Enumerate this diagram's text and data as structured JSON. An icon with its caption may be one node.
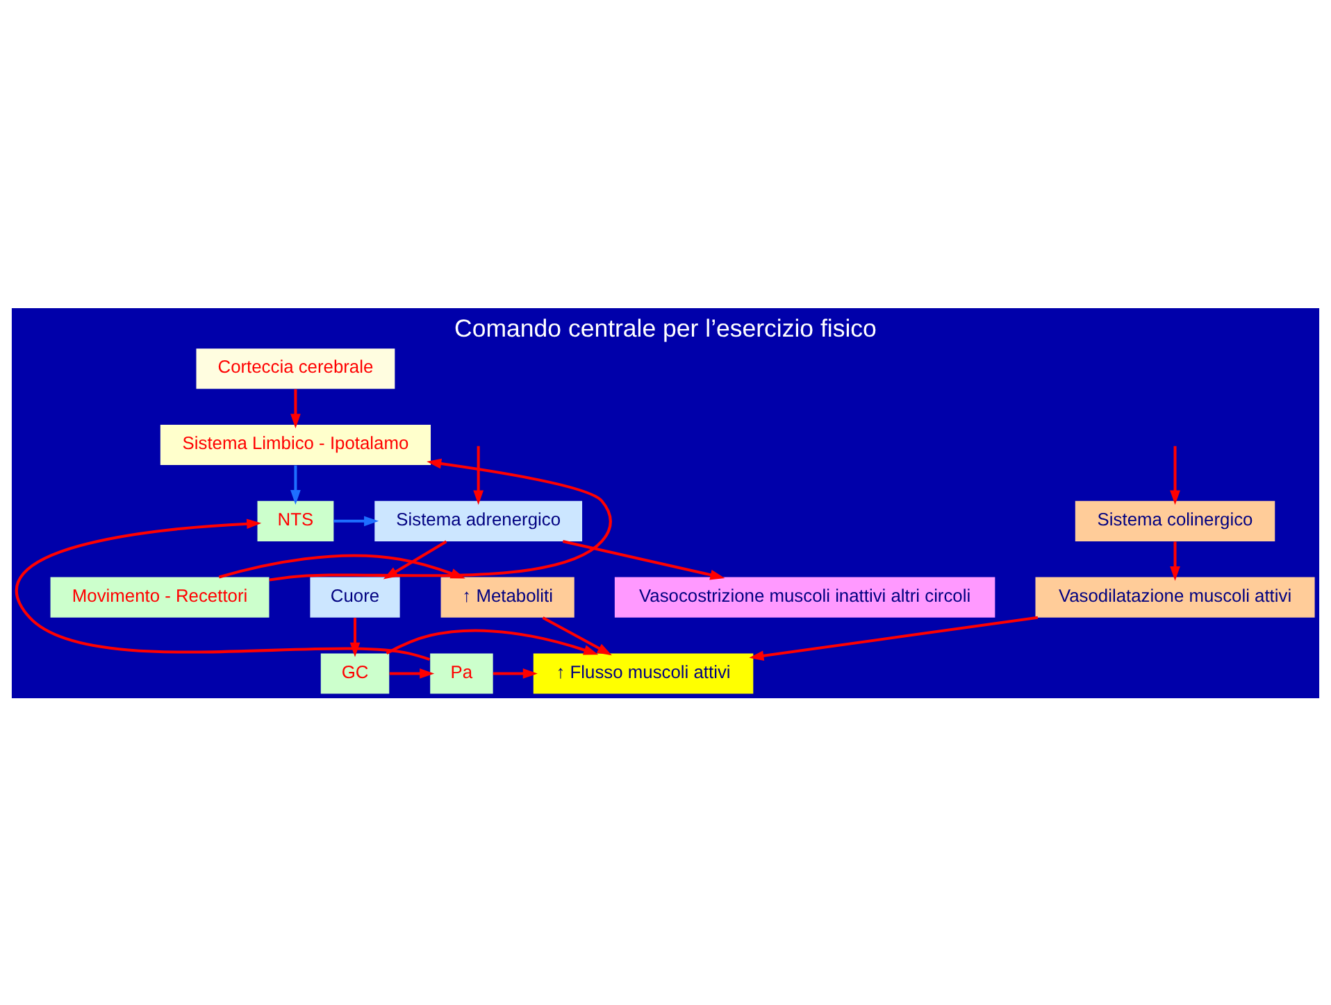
{
  "diagram": {
    "title": "Comando centrale per l’esercizio fisico",
    "nodes": [
      {
        "text": [
          "Corteccia cerebrale"
        ]
      },
      {
        "text": [
          "Sistema Limbico - Ipotalamo"
        ]
      },
      {
        "text": [
          "NTS"
        ]
      },
      {
        "text": [
          "Sistema colinergico"
        ]
      },
      {
        "text": [
          "Sistema adrenergico"
        ]
      },
      {
        "text": [
          "Vasodilatazione muscoli attivi"
        ]
      },
      {
        "text": [
          "Cuore"
        ]
      },
      {
        "text": [
          "Vasocostrizione muscoli inattivi altri circoli"
        ]
      },
      {
        "text": [
          "↑ Flusso muscoli attivi"
        ]
      },
      {
        "text": [
          "GC"
        ]
      },
      {
        "text": [
          "Pa"
        ]
      },
      {
        "text": [
          "↑ Metaboliti"
        ]
      },
      {
        "text": [
          "Movimento - Recettori"
        ]
      }
    ],
    "edges": [
      {
        "from": 0,
        "to": 1,
        "arrow": "to"
      },
      {
        "from": 1,
        "to": 2,
        "arrow": "to",
        "color": "#1e6fff"
      },
      {
        "from": 2,
        "to": 4,
        "arrow": "to",
        "color": "#1e6fff"
      },
      {
        "from": null,
        "to": 3,
        "arrow": "to"
      },
      {
        "from": null,
        "to": 4,
        "arrow": "to"
      },
      {
        "from": 3,
        "to": 5,
        "arrow": "to"
      },
      {
        "from": 5,
        "to": 8,
        "arrow": "to"
      },
      {
        "from": 4,
        "to": 6,
        "arrow": "to"
      },
      {
        "from": 4,
        "to": 7,
        "arrow": "to"
      },
      {
        "from": 6,
        "to": 9,
        "arrow": "to"
      },
      {
        "from": 9,
        "to": 8,
        "arrow": "to"
      },
      {
        "from": 10,
        "to": 8,
        "arrow": "to"
      },
      {
        "from": 9,
        "to": 10,
        "arrow": "to"
      },
      {
        "from": 10,
        "to": 2,
        "arrow": "to"
      },
      {
        "from": 12,
        "to": 11,
        "arrow": "to"
      },
      {
        "from": 11,
        "to": 8,
        "arrow": "to"
      },
      {
        "from": 12,
        "to": 1,
        "arrow": "to"
      }
    ]
  }
}
